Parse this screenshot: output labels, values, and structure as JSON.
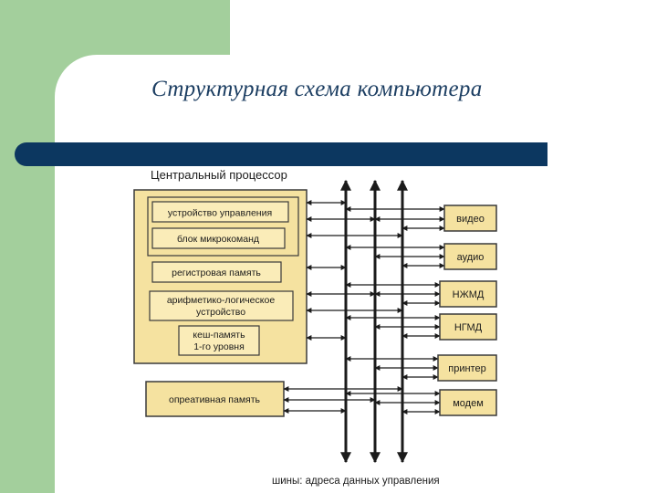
{
  "slide": {
    "title": "Структурная схема компьютера"
  },
  "diagram": {
    "cpu_label": "Центральный процессор",
    "cpu_blocks": [
      {
        "lines": [
          "устройство управления"
        ]
      },
      {
        "lines": [
          "блок микрокоманд"
        ]
      },
      {
        "lines": [
          "регистровая память"
        ]
      },
      {
        "lines": [
          "арифметико-логическое",
          "устройство"
        ]
      },
      {
        "lines": [
          "кеш-память",
          "1-го уровня"
        ]
      }
    ],
    "ram_label": "опреативная память",
    "devices": [
      "видео",
      "аудио",
      "НЖМД",
      "НГМД",
      "принтер",
      "модем"
    ],
    "bus_caption": "шины: адреса данных управления"
  },
  "colors": {
    "green": "#a3cf9c",
    "title_bar": "#0c3760",
    "title_text": "#1c3e62",
    "block_fill": "#f5e2a0",
    "inner_fill": "#faecb8"
  }
}
